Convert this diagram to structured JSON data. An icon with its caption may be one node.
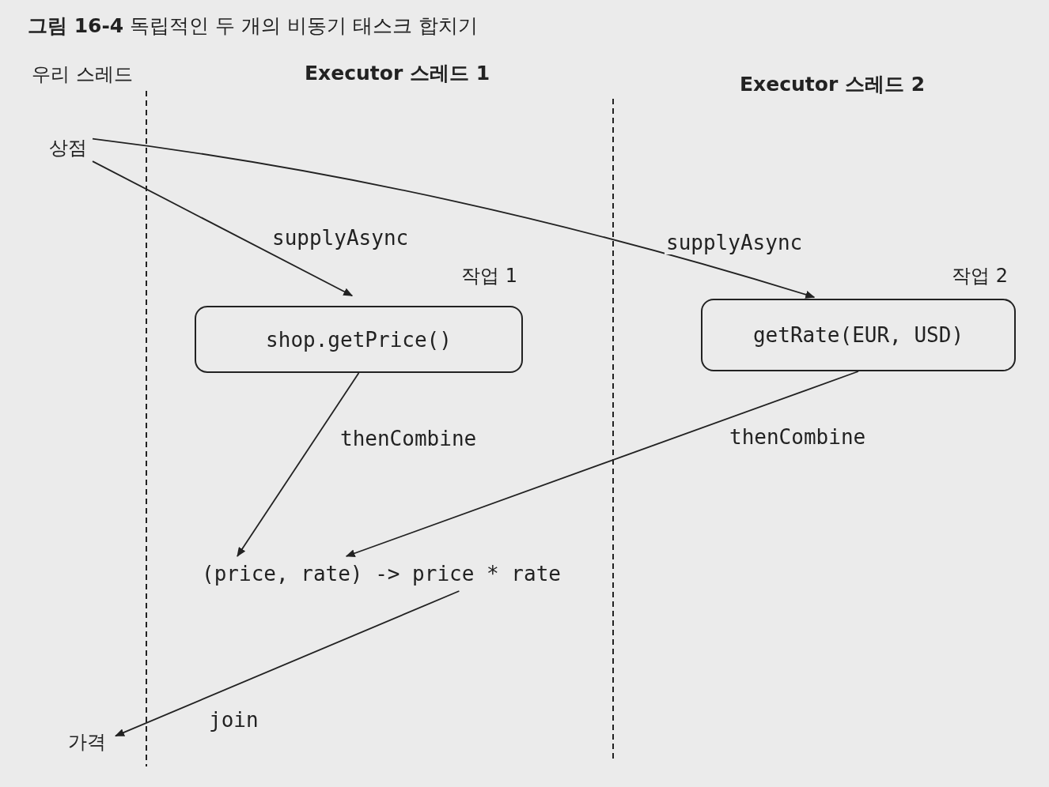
{
  "diagram": {
    "title": "**그림 16-4** 독립적인 두 개의 비동기 태스크 합치기",
    "nodes": [
      {
        "text": [
          "상점"
        ]
      },
      {
        "text": [
          "shop.getPrice()"
        ],
        "beside": [
          "작업 1"
        ]
      },
      {
        "text": [
          "getRate(EUR, USD)"
        ],
        "beside": [
          "작업 2"
        ]
      },
      {
        "text": [
          "(price, rate) -> price * rate"
        ]
      },
      {
        "text": [
          "가격"
        ]
      }
    ],
    "edges": [
      {
        "from": 0,
        "to": 1,
        "arrow": "to",
        "label": "supplyAsync"
      },
      {
        "from": 0,
        "to": 2,
        "arrow": "to",
        "label": "supplyAsync"
      },
      {
        "from": 1,
        "to": 3,
        "arrow": "to",
        "label": "thenCombine"
      },
      {
        "from": 2,
        "to": 3,
        "arrow": "to",
        "label": "thenCombine"
      },
      {
        "from": 3,
        "to": 4,
        "arrow": "to",
        "label": "join"
      }
    ],
    "labels": [
      "우리 스레드",
      "Executor 스레드 1",
      "Executor 스레드 2"
    ]
  }
}
